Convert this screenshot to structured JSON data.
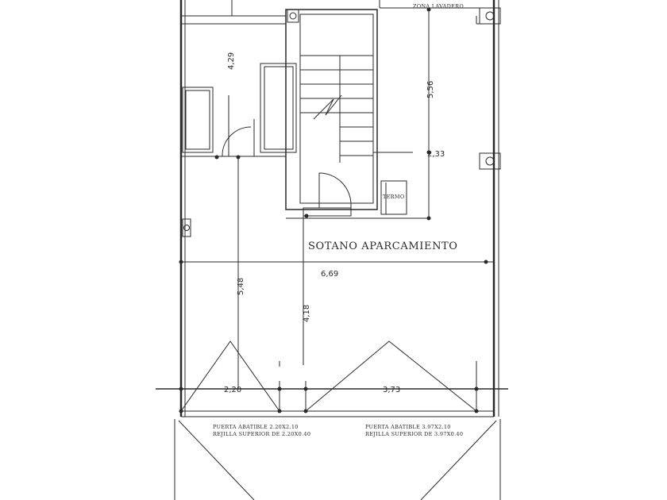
{
  "plan": {
    "room_label": "SOTANO APARCAMIENTO",
    "zone_label": "ZONA LAVADERO",
    "heater_label": "TERMO",
    "dimensions": {
      "d_429": "4,29",
      "d_556": "5,56",
      "d_233": "2,33",
      "d_669": "6,69",
      "d_548": "5,48",
      "d_418": "4,18",
      "d_220": "2,20",
      "d_373": "3,73"
    },
    "door_left": {
      "line1": "PUERTA ABATIBLE 2.20X2.10",
      "line2": "REJILLA SUPERIOR DE 2.20X0.40"
    },
    "door_right": {
      "line1": "PUERTA ABATIBLE 3.97X2.10",
      "line2": "REJILLA SUPERIOR DE 3.97X0.40"
    }
  }
}
